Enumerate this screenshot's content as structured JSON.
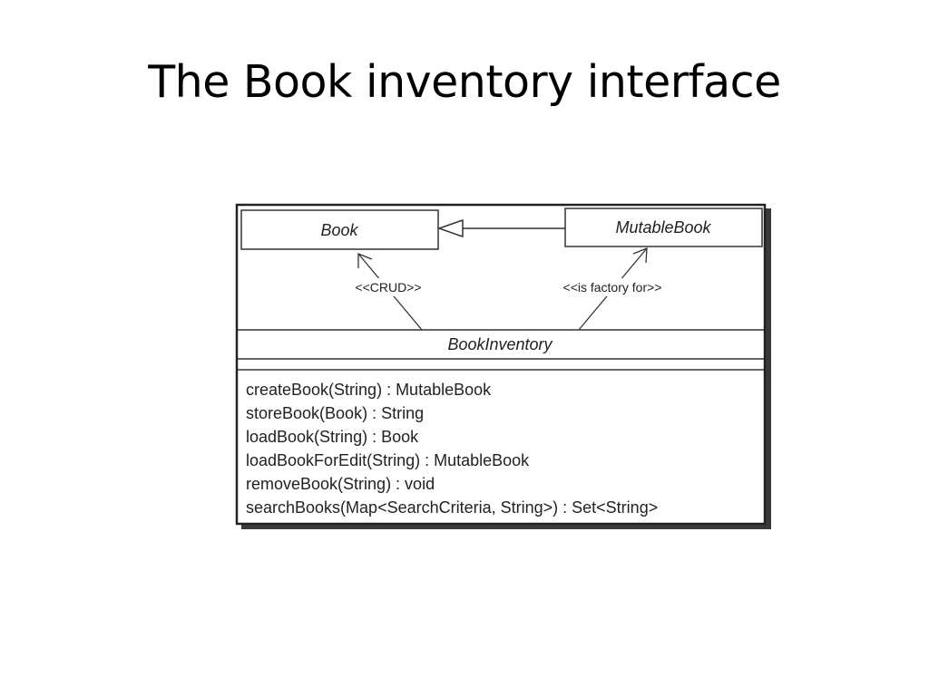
{
  "slide": {
    "title": "The Book inventory interface"
  },
  "diagram": {
    "classes": {
      "book": "Book",
      "mutable_book": "MutableBook",
      "book_inventory": "BookInventory"
    },
    "relations": {
      "crud": "<<CRUD>>",
      "is_factory_for": "<<is factory for>>"
    },
    "operations": [
      "createBook(String) : MutableBook",
      "storeBook(Book) : String",
      "loadBook(String) : Book",
      "loadBookForEdit(String) : MutableBook",
      "removeBook(String) : void",
      "searchBooks(Map<SearchCriteria, String>) : Set<String>"
    ]
  }
}
